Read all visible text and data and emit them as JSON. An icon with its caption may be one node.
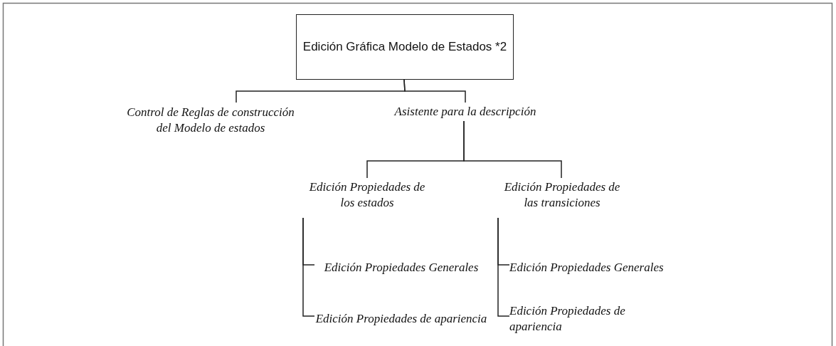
{
  "diagram": {
    "nodes": [
      {
        "text": [
          "Edición Gráfica Modelo de Estados *2"
        ]
      },
      {
        "text": [
          "Control de Reglas de construcción del Modelo de estados"
        ]
      },
      {
        "text": [
          "Asistente para la descripción"
        ]
      },
      {
        "text": [
          "Edición Propiedades de los estados"
        ]
      },
      {
        "text": [
          "Edición Propiedades de las transiciones"
        ]
      },
      {
        "text": [
          "Edición Propiedades Generales"
        ]
      },
      {
        "text": [
          "Edición Propiedades de apariencia"
        ]
      },
      {
        "text": [
          "Edición Propiedades Generales"
        ]
      },
      {
        "text": [
          "Edición Propiedades de apariencia"
        ]
      }
    ],
    "edges": [
      {
        "from": 0,
        "to": 1,
        "arrow": "none"
      },
      {
        "from": 0,
        "to": 2,
        "arrow": "none"
      },
      {
        "from": 2,
        "to": 3,
        "arrow": "none"
      },
      {
        "from": 2,
        "to": 4,
        "arrow": "none"
      },
      {
        "from": 3,
        "to": 5,
        "arrow": "none"
      },
      {
        "from": 3,
        "to": 6,
        "arrow": "none"
      },
      {
        "from": 4,
        "to": 7,
        "arrow": "none"
      },
      {
        "from": 4,
        "to": 8,
        "arrow": "none"
      }
    ]
  }
}
